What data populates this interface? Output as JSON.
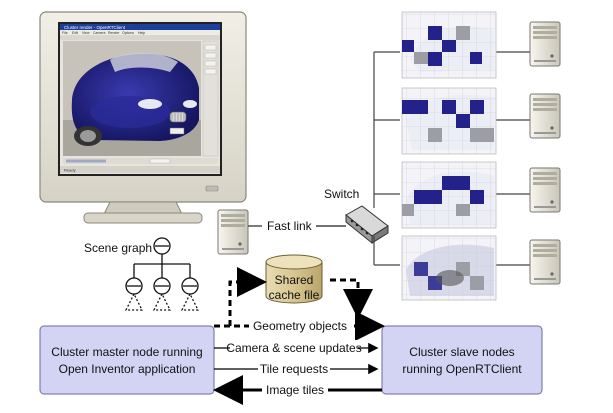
{
  "monitor": {
    "title_bar": "Cluster render - OpenRTClient",
    "menu_items": [
      "File",
      "Edit",
      "View",
      "Camera",
      "Render",
      "Options",
      "Help"
    ],
    "status_label": "Ready"
  },
  "labels": {
    "switch": "Switch",
    "fast_link": "Fast link",
    "scene_graph": "Scene graph",
    "cache_line1": "Shared",
    "cache_line2": "cache file"
  },
  "master_box": {
    "line1": "Cluster master node running",
    "line2": "Open Inventor application"
  },
  "slave_box": {
    "line1": "Cluster slave nodes",
    "line2": "running OpenRTClient"
  },
  "flows": {
    "geometry": "Geometry objects",
    "camera": "Camera & scene updates",
    "tiles": "Tile requests",
    "images": "Image tiles"
  },
  "colors": {
    "box_fill": "#d3d4f4",
    "box_stroke": "#6a6aa0",
    "car_blue": "#22228a",
    "cache_fill": "#d9c99a"
  }
}
